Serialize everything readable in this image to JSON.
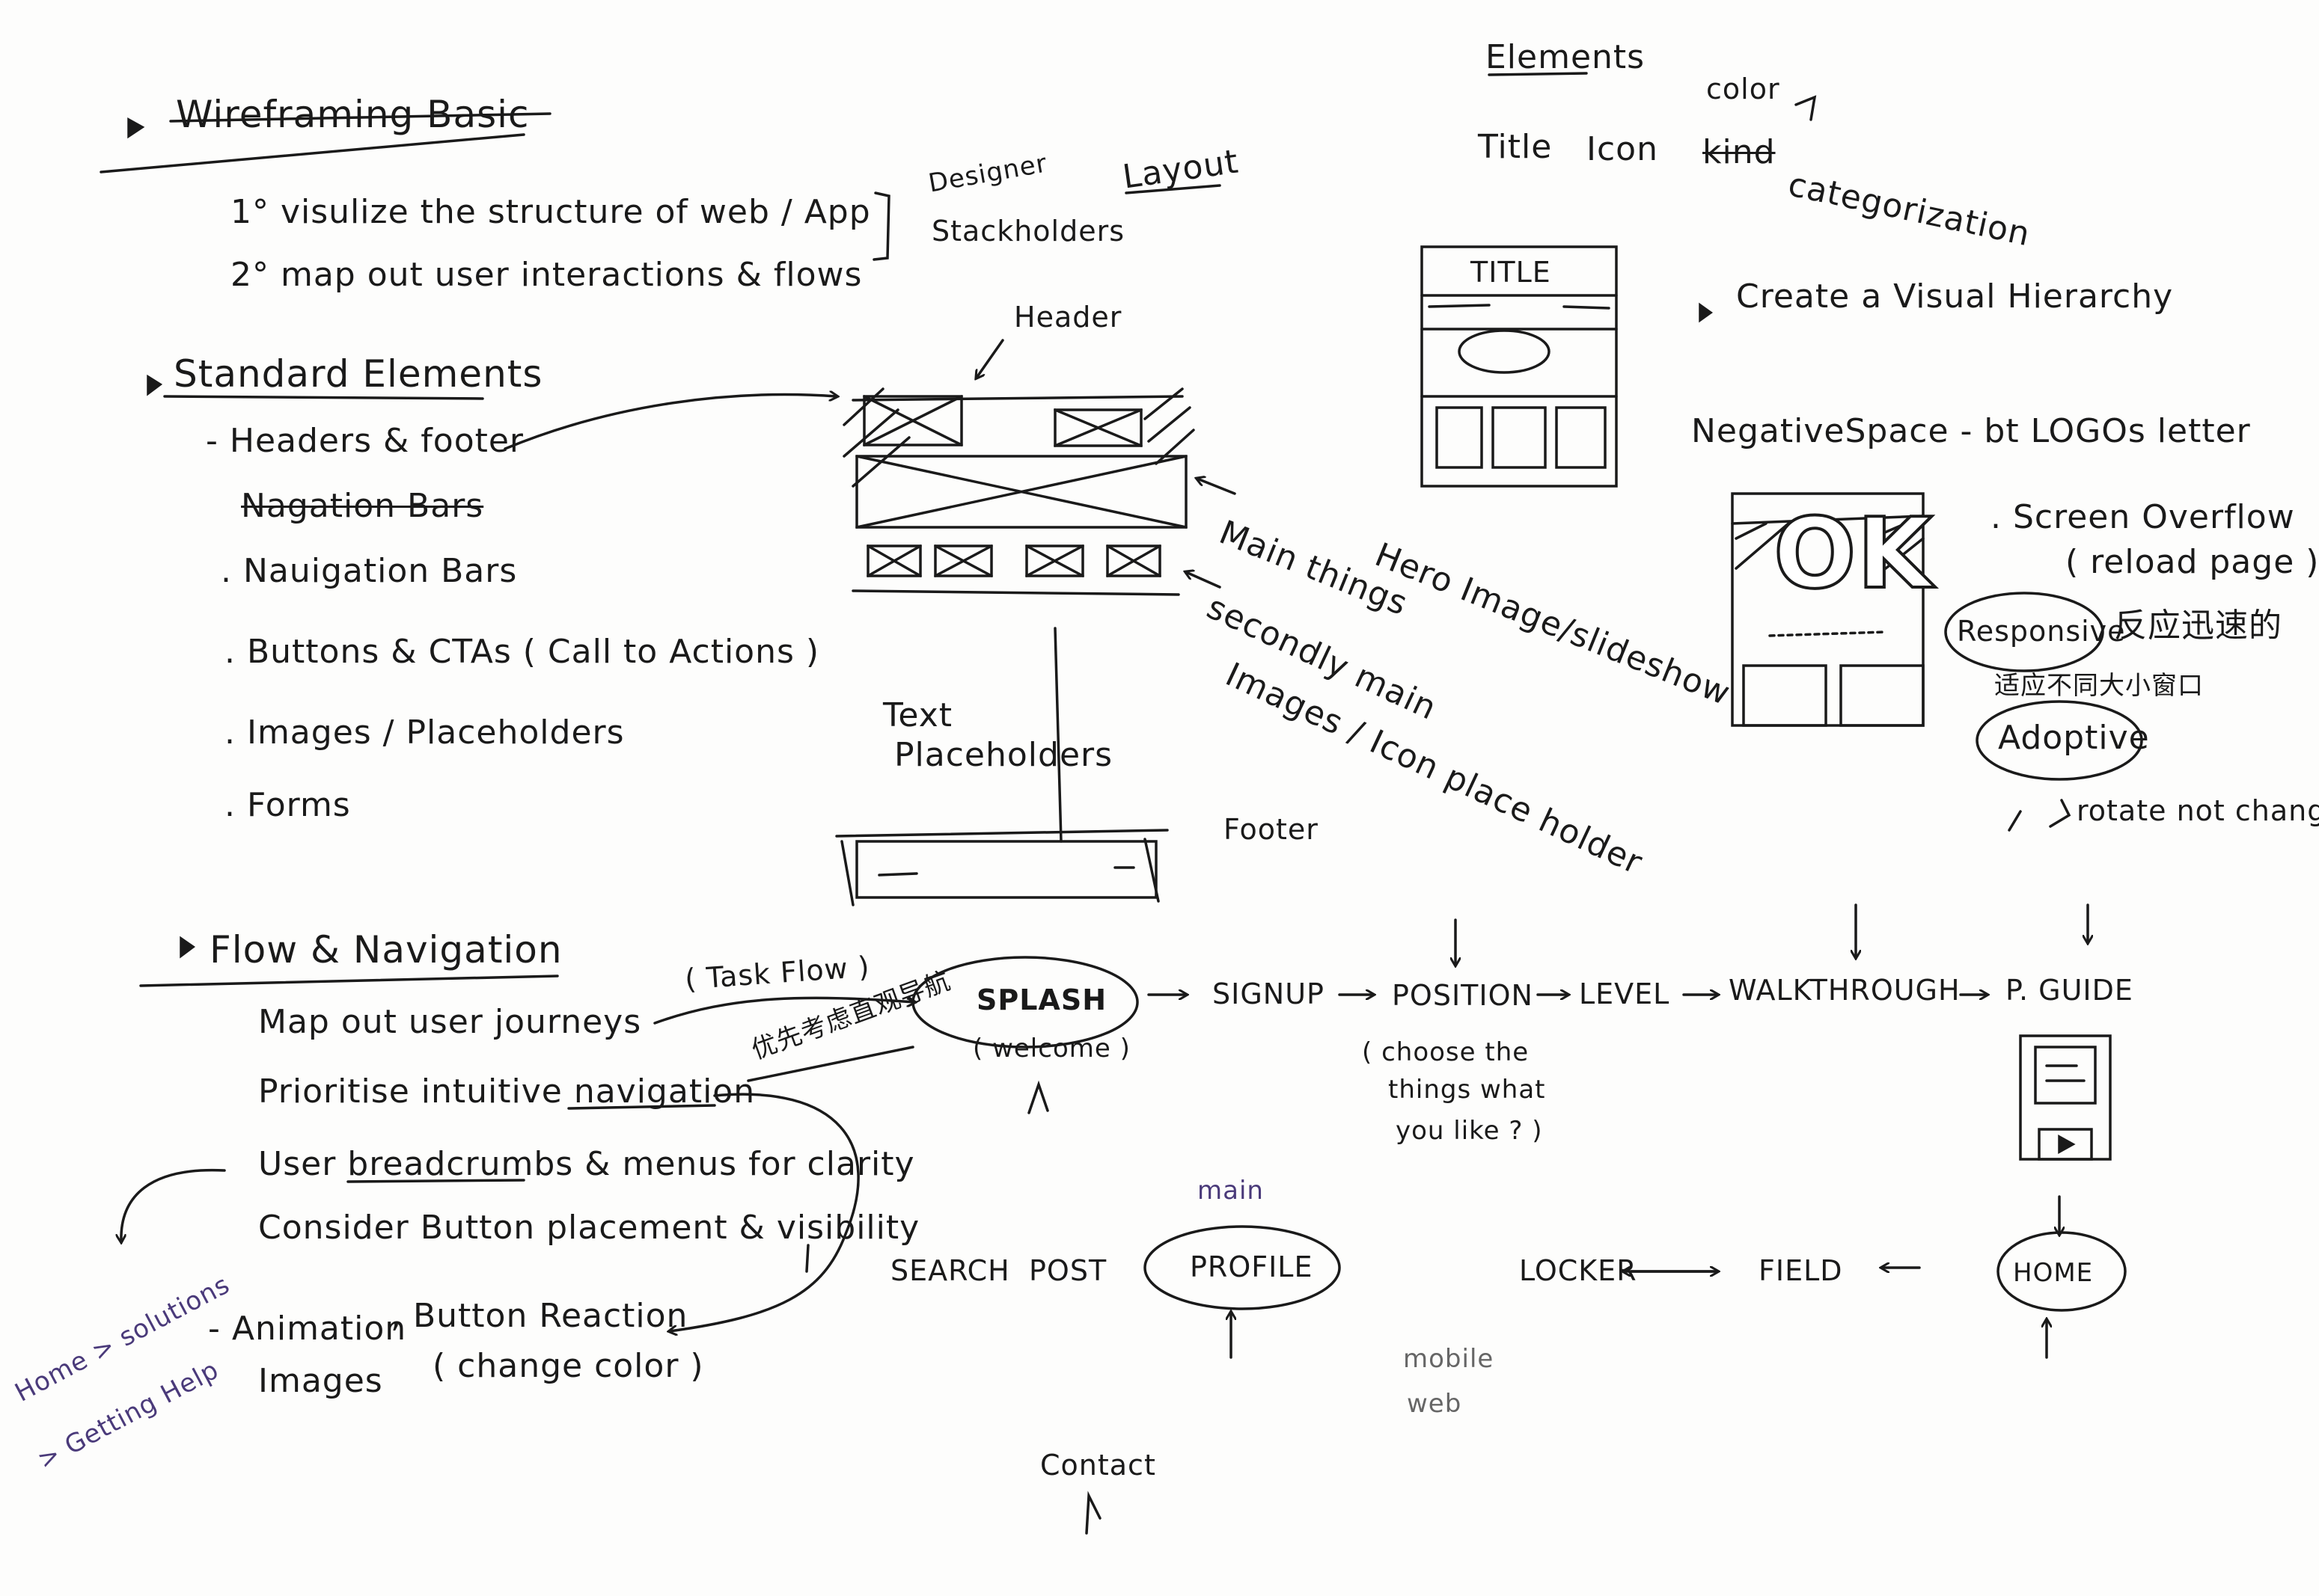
{
  "wireframing": {
    "title": "Wireframing Basic",
    "item1": "1° visulize the structure of web / App",
    "item2": "2° map out user interactions & flows",
    "audience1": "Designer",
    "audience2": "Stackholders",
    "layout": "Layout"
  },
  "standard": {
    "title": "Standard Elements",
    "items": [
      "- Headers & footer",
      "Nagation Bars",
      ". Nauigation Bars",
      ". Buttons & CTAs ( Call to Actions )",
      ". Images / Placeholders",
      ". Forms"
    ]
  },
  "sketch": {
    "header": "Header",
    "main_things": "Main things",
    "hero": "Hero Image/slideshow",
    "secondly": "secondly main",
    "images_icon": "Images / Icon place holder",
    "text_placeholders_1": "Text",
    "text_placeholders_2": "Placeholders",
    "footer": "Footer"
  },
  "elements": {
    "title": "Elements",
    "row": [
      "Title",
      "Icon"
    ],
    "color": "color",
    "kind": "kind",
    "categorization": "categorization",
    "mock_title": "TITLE",
    "visual": "Create a Visual Hierarchy",
    "negative": "NegativeSpace - bt LOGOs letter",
    "ok": "OK",
    "overflow": ". Screen Overflow",
    "reload": "( reload page )",
    "responsive": "Responsive",
    "responsive_cn": "反应迅速的",
    "adaptive_cn": "适应不同大小窗口",
    "adaptive": "Adoptive",
    "rotate": "rotate not change"
  },
  "flow": {
    "title": "Flow & Navigation",
    "items": [
      "Map out user journeys",
      "Prioritise intuitive navigation",
      "User breadcrumbs & menus for clarity",
      "Consider Button placement & visibility"
    ],
    "task_flow": "( Task Flow )",
    "cn_note": "优先考虑直观导航",
    "animation": "- Animation",
    "images": "Images",
    "button_reaction": ", Button Reaction",
    "change_color": "( change color )",
    "home_solutions": "Home > solutions",
    "getting_help": "> Getting Help"
  },
  "app_flow": {
    "splash": "SPLASH",
    "welcome": "( welcome )",
    "steps": [
      "SIGNUP",
      "POSITION",
      "LEVEL",
      "WALKTHROUGH",
      "P. GUIDE"
    ],
    "choose": [
      "( choose the",
      "things what",
      "you like ? )"
    ],
    "bottom": [
      "SEARCH",
      "POST",
      "PROFILE",
      "LOCKER",
      "FIELD",
      "HOME"
    ],
    "main": "main",
    "mobile": "mobile",
    "web": "web",
    "contact": "Contact"
  }
}
